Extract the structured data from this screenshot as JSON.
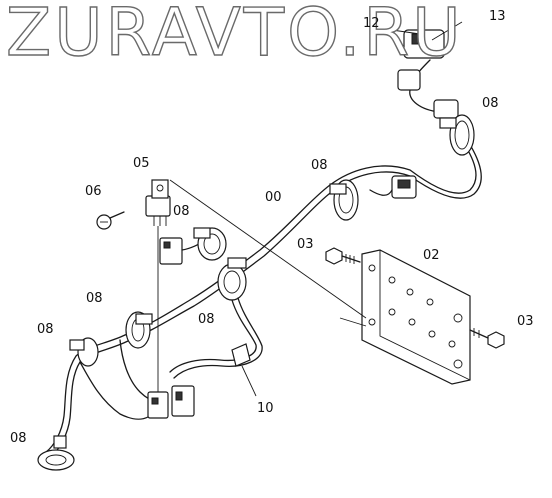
{
  "watermark": {
    "text": "ZURAVTO.RU"
  },
  "callouts": {
    "p00": "00",
    "p02": "02",
    "p03a": "03",
    "p03b": "03",
    "p05": "05",
    "p06": "06",
    "p08a": "08",
    "p08b": "08",
    "p08c": "08",
    "p08d": "08",
    "p08e": "08",
    "p08f": "08",
    "p08g": "08",
    "p10": "10",
    "p12": "12",
    "p13": "13"
  }
}
